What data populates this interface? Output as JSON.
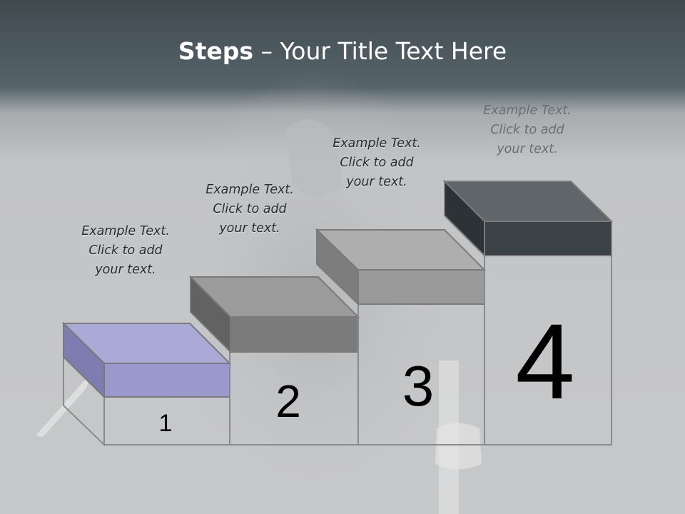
{
  "slide": {
    "title_bold": "Steps",
    "title_rest": " – Your Title Text Here"
  },
  "steps": [
    {
      "number": "1",
      "caption": [
        "Example Text.",
        "Click  to add",
        "your text."
      ],
      "color": "#9a98cc"
    },
    {
      "number": "2",
      "caption": [
        "Example Text.",
        "Click  to add",
        "your text."
      ],
      "color": "#7b7b7b"
    },
    {
      "number": "3",
      "caption": [
        "Example Text.",
        "Click  to add",
        "your text."
      ],
      "color": "#9a9a9a"
    },
    {
      "number": "4",
      "caption": [
        "Example Text.",
        "Click  to add",
        "your text."
      ],
      "color": "#3a4245"
    }
  ],
  "colors": {
    "header": "#475358",
    "background": "#c8c9cb",
    "outline": "#7a7a7a"
  }
}
